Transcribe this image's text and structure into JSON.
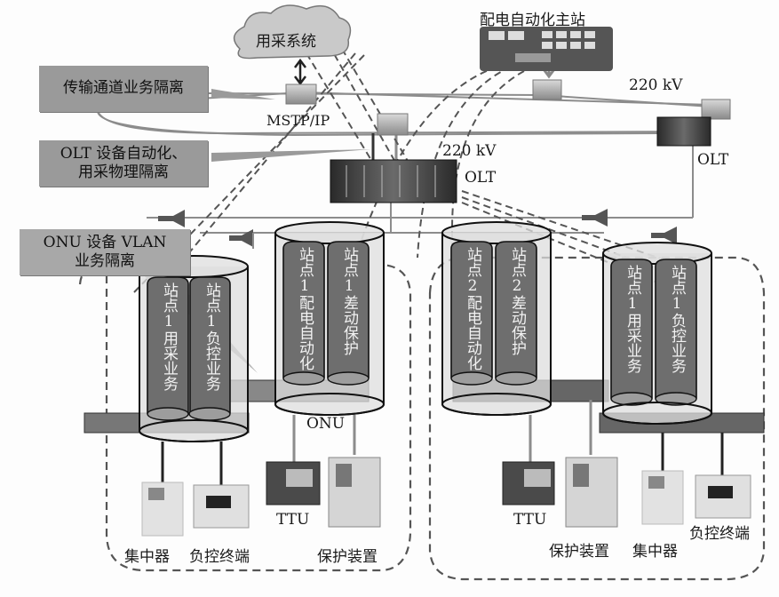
{
  "diagram": {
    "title_nodes": {
      "yongcai_system": "用采系统",
      "dist_auto_master": "配电自动化主站",
      "mstp_ip": "MSTP/IP",
      "voltage_top": "220 kV",
      "voltage_center": "220 kV",
      "olt_center": "OLT",
      "olt_right": "OLT",
      "onu_left": "ONU"
    },
    "callouts": {
      "transport_isolation": "传输通道业务隔离",
      "olt_isolation_line1": "OLT 设备自动化、",
      "olt_isolation_line2": "用采物理隔离",
      "onu_isolation_line1": "ONU 设备 VLAN",
      "onu_isolation_line2": "业务隔离"
    },
    "service_cylinders": [
      {
        "label": "站点1用采业务"
      },
      {
        "label": "站点1负控业务"
      },
      {
        "label": "站点1配电自动化"
      },
      {
        "label": "站点1差动保护"
      },
      {
        "label": "站点2配电自动化"
      },
      {
        "label": "站点2差动保护"
      },
      {
        "label": "站点1用采业务"
      },
      {
        "label": "站点1负控业务"
      }
    ],
    "terminals_left": {
      "concentrator": "集中器",
      "load_control": "负控终端",
      "ttu": "TTU",
      "protection": "保护装置"
    },
    "terminals_right": {
      "ttu": "TTU",
      "protection": "保护装置",
      "concentrator": "集中器",
      "load_control": "负控终端"
    },
    "colors": {
      "cylinder_fill": "#6e6e6e",
      "outer_cylinder_fill": "#dedede",
      "callout_fill": "#9a9a9a",
      "line_gray": "#8c8c8c",
      "dashed": "#555555"
    }
  }
}
